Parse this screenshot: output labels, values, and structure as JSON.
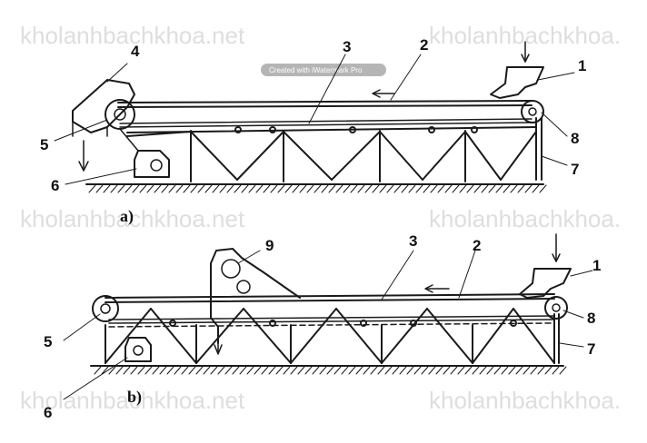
{
  "watermark": {
    "text": "kholanhbachkhoa.net",
    "text_right": "kholanhbachkhoa.",
    "badge": "Created with iWatermark Pro"
  },
  "figure_a": {
    "caption": "a)",
    "labels": {
      "n1": "1",
      "n2": "2",
      "n3": "3",
      "n4": "4",
      "n5": "5",
      "n6": "6",
      "n7": "7",
      "n8": "8"
    }
  },
  "figure_b": {
    "caption": "b)",
    "labels": {
      "n1": "1",
      "n2": "2",
      "n3": "3",
      "n5": "5",
      "n6": "6",
      "n7": "7",
      "n8": "8",
      "n9": "9"
    }
  }
}
